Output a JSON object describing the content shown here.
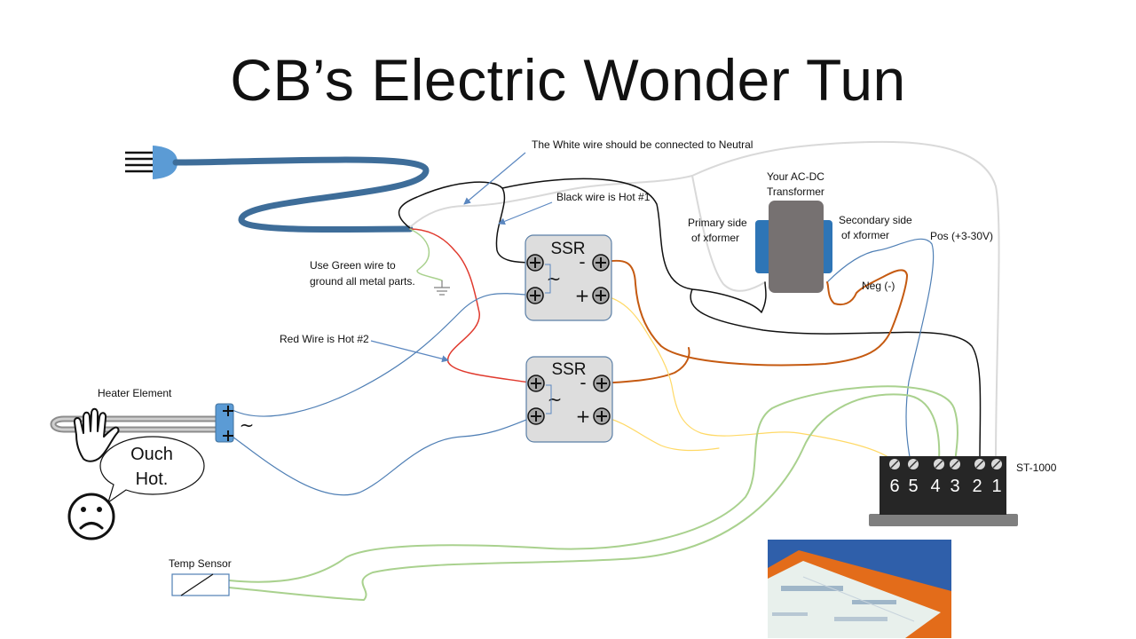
{
  "title": "CB’s Electric Wonder Tun",
  "labels": {
    "white_wire": "The White wire should be connected to Neutral",
    "black_wire": "Black wire is Hot #1",
    "transformer_line1": "Your AC-DC",
    "transformer_line2": "Transformer",
    "primary_line1": "Primary side",
    "primary_line2": "of xformer",
    "secondary_line1": "Secondary side",
    "secondary_line2": "of xformer",
    "pos": "Pos (+3-30V)",
    "neg": "Neg (-)",
    "green_line1": "Use Green wire to",
    "green_line2": "ground all metal parts.",
    "red_wire": "Red Wire is Hot #2",
    "heater": "Heater Element",
    "temp_sensor": "Temp Sensor",
    "controller": "ST-1000"
  },
  "ssr": {
    "title": "SSR",
    "minus": "-",
    "plus": "+",
    "tilde": "~"
  },
  "heater_tilde": "~",
  "bubble": {
    "line1": "Ouch",
    "line2": "Hot."
  },
  "terminals": [
    "6",
    "5",
    "4",
    "3",
    "2",
    "1"
  ],
  "colors": {
    "cord": "#3e6d99",
    "plug": "#5b9bd5",
    "black": "#111111",
    "white": "#d9d9d9",
    "red": "#e03a2e",
    "green": "#a9d18e",
    "blue": "#4f7fb5",
    "brown": "#c55a11",
    "yellow": "#ffd966",
    "arrow": "#5b87c0",
    "ssr_fill": "#dddddd",
    "ssr_stroke": "#5b7fa6",
    "transformer_core": "#767171",
    "transformer_coil": "#2e75b6",
    "controller_body": "#262626",
    "controller_base": "#7f7f7f",
    "photo_blue": "#2f5faa",
    "photo_orange": "#e36c1a"
  }
}
